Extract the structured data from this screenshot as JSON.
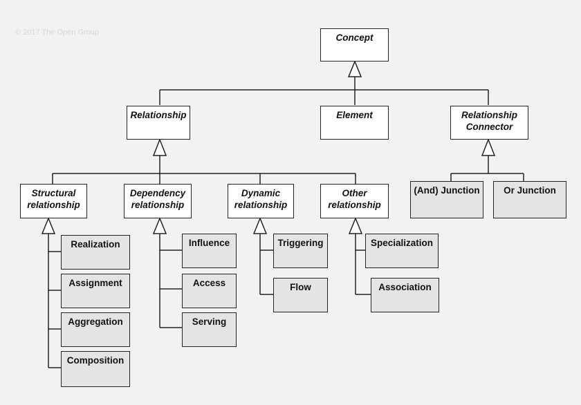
{
  "copyright": "© 2017 The Open Group",
  "nodes": {
    "concept": "Concept",
    "relationship": "Relationship",
    "element": "Element",
    "relationship_connector": "Relationship Connector",
    "structural_relationship": "Structural relationship",
    "dependency_relationship": "Dependency relationship",
    "dynamic_relationship": "Dynamic relationship",
    "other_relationship": "Other relationship",
    "and_junction": "(And) Junction",
    "or_junction": "Or Junction",
    "realization": "Realization",
    "assignment": "Assignment",
    "aggregation": "Aggregation",
    "composition": "Composition",
    "influence": "Influence",
    "access": "Access",
    "serving": "Serving",
    "triggering": "Triggering",
    "flow": "Flow",
    "specialization": "Specialization",
    "association": "Association"
  },
  "colors": {
    "line": "#222222",
    "abstract_fill": "#ffffff",
    "concrete_fill": "#e4e4e4",
    "background": "#f2f2f2"
  }
}
